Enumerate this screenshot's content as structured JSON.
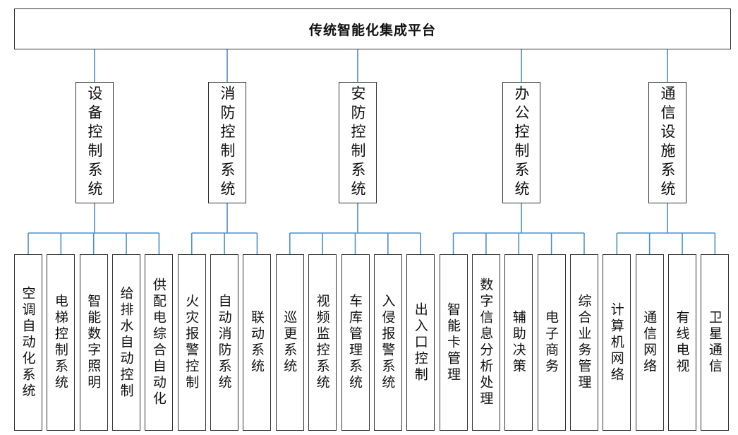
{
  "title": "传统智能化集成平台",
  "line_color": "#4a90c8",
  "systems": [
    {
      "label": "设备控制系统",
      "children": [
        "空调自动化系统",
        "电梯控制系统",
        "智能数字照明",
        "给排水自动控制",
        "供配电综合自动化"
      ]
    },
    {
      "label": "消防控制系统",
      "children": [
        "火灾报警控制",
        "自动消防系统",
        "联动系统"
      ]
    },
    {
      "label": "安防控制系统",
      "children": [
        "巡更系统",
        "视频监控系统",
        "车库管理系统",
        "入侵报警系统",
        "出入口控制"
      ]
    },
    {
      "label": "办公控制系统",
      "children": [
        "智能卡管理",
        "数字信息分析处理",
        "辅助决策",
        "电子商务",
        "综合业务管理"
      ]
    },
    {
      "label": "通信设施系统",
      "children": [
        "计算机网络",
        "通信网络",
        "有线电视",
        "卫星通信"
      ]
    }
  ]
}
